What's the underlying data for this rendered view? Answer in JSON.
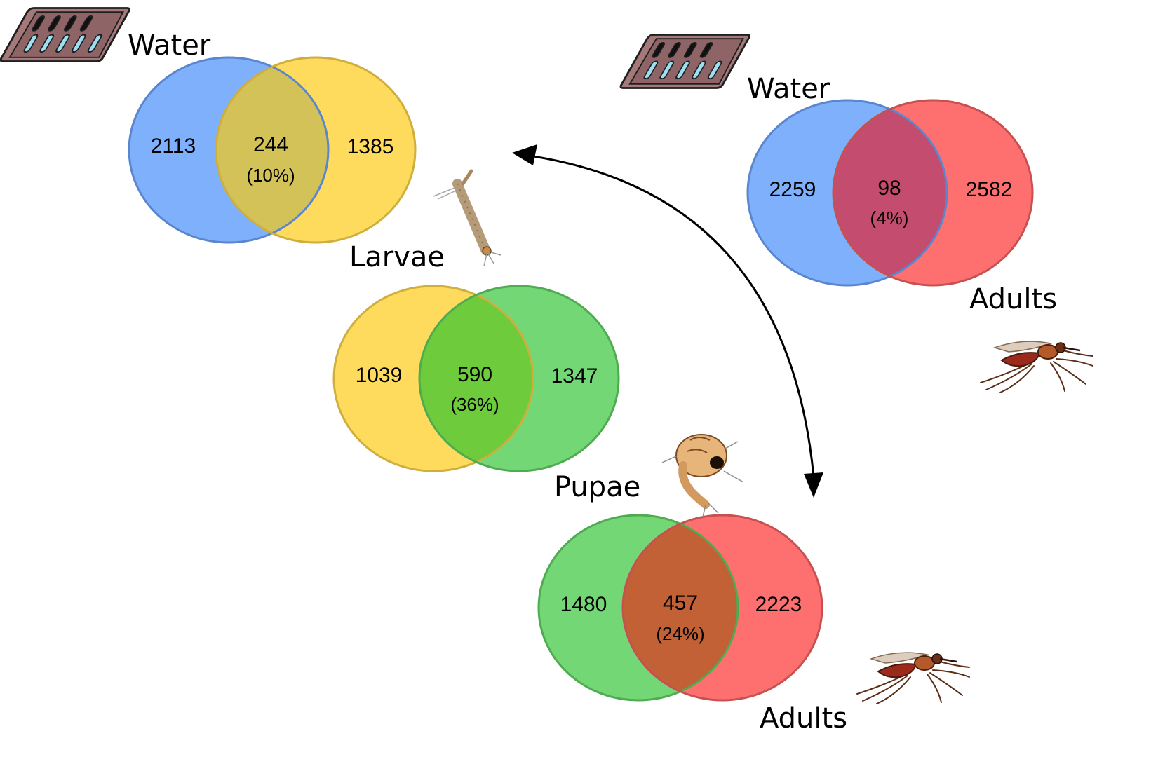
{
  "colors": {
    "water": "#7fb0fc",
    "larvae": "#fedb5c",
    "pupae": "#74d775",
    "adults": "#fe7070",
    "water_larvae": "#d3c258",
    "water_adults": "#c44c6e",
    "larvae_pupae": "#6dcb3c",
    "pupae_adults": "#c26036",
    "water_stroke": "#5a86cf",
    "larvae_stroke": "#cfae3c",
    "pupae_stroke": "#4fab4f",
    "adults_stroke": "#c75050"
  },
  "venns": [
    {
      "id": "water-larvae",
      "left_label": "Water",
      "right_label": "Larvae",
      "left_only": "2113",
      "overlap": "244",
      "overlap_pct": "(10%)",
      "right_only": "1385",
      "left_color": "water",
      "right_color": "larvae",
      "overlap_color": "water_larvae",
      "left_icon": "water-tray-icon",
      "right_icon": "larva-icon"
    },
    {
      "id": "larvae-pupae",
      "left_label": "",
      "right_label": "Pupae",
      "left_only": "1039",
      "overlap": "590",
      "overlap_pct": "(36%)",
      "right_only": "1347",
      "left_color": "larvae",
      "right_color": "pupae",
      "overlap_color": "larvae_pupae",
      "right_icon": "pupa-icon"
    },
    {
      "id": "pupae-adults",
      "left_label": "",
      "right_label": "Adults",
      "left_only": "1480",
      "overlap": "457",
      "overlap_pct": "(24%)",
      "right_only": "2223",
      "left_color": "pupae",
      "right_color": "adults",
      "overlap_color": "pupae_adults",
      "right_icon": "mosquito-icon"
    },
    {
      "id": "water-adults",
      "left_label": "Water",
      "right_label": "Adults",
      "left_only": "2259",
      "overlap": "98",
      "overlap_pct": "(4%)",
      "right_only": "2582",
      "left_color": "water",
      "right_color": "adults",
      "overlap_color": "water_adults",
      "left_icon": "water-tray-icon",
      "right_icon": "mosquito-icon"
    }
  ],
  "arrow": {
    "icon": "double-headed-curved-arrow-icon"
  }
}
